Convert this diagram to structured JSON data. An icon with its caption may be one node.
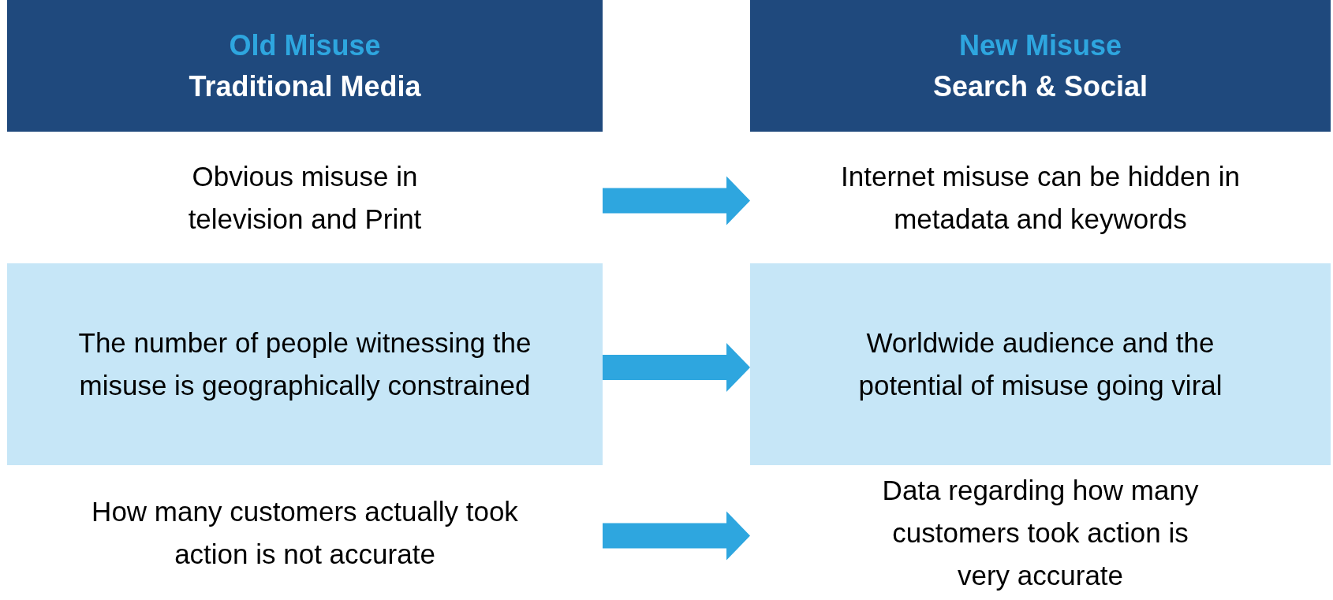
{
  "diagram": {
    "nodes": [
      {
        "text": [
          "Old Misuse",
          "Traditional Media"
        ]
      },
      {
        "text": [
          "New Misuse",
          "Search & Social"
        ]
      },
      {
        "text": [
          "Obvious misuse in television and Print"
        ]
      },
      {
        "text": [
          "Internet misuse can be hidden in metadata and keywords"
        ]
      },
      {
        "text": [
          "The number of people witnessing the misuse is geographically constrained"
        ]
      },
      {
        "text": [
          "Worldwide audience and the potential of misuse going viral"
        ]
      },
      {
        "text": [
          "How many customers actually took action is not accurate"
        ]
      },
      {
        "text": [
          "Data regarding how many customers took action is very accurate"
        ]
      }
    ],
    "edges": [
      {
        "from": 2,
        "to": 3,
        "arrow": "to"
      },
      {
        "from": 4,
        "to": 5,
        "arrow": "to"
      },
      {
        "from": 6,
        "to": 7,
        "arrow": "to"
      }
    ]
  }
}
